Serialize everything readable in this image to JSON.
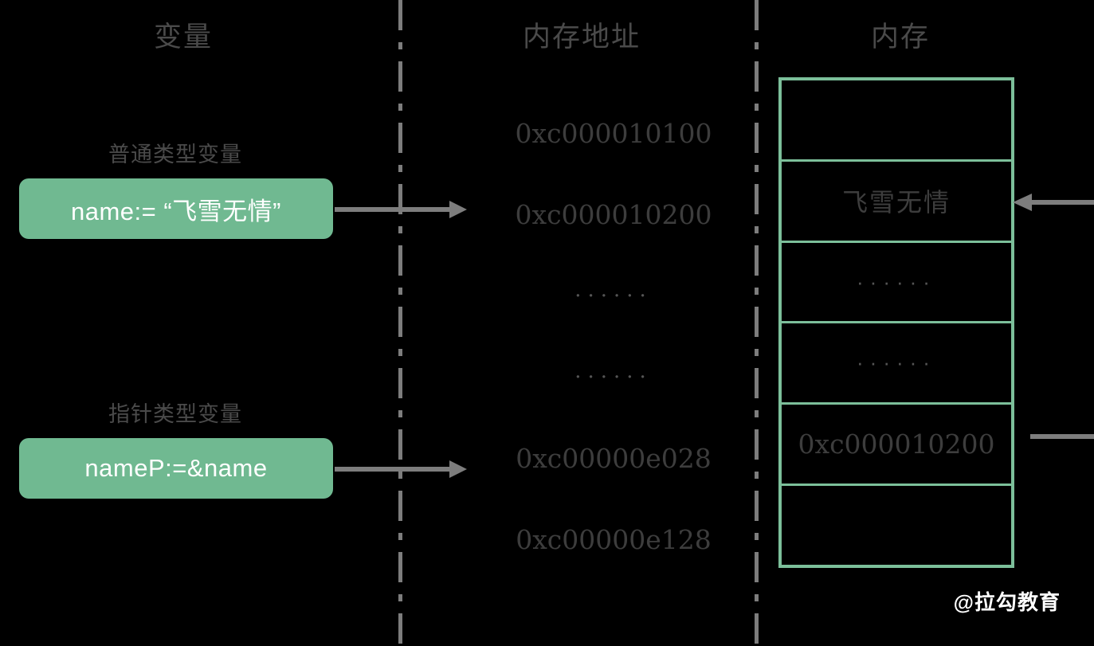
{
  "diagram": {
    "title_columns": [
      {
        "id": "variable",
        "label": "变量"
      },
      {
        "id": "address",
        "label": "内存地址"
      },
      {
        "id": "memory",
        "label": "内存"
      }
    ],
    "colors": {
      "background": "#000000",
      "accent_green_fill": "#70b991",
      "accent_green_border": "#7cbf9a",
      "arrow_gray": "#7d7d7d",
      "text_gray": "#3d3d3d",
      "label_gray": "#4a4a4a",
      "box_text": "#ffffff",
      "watermark": "#ffffff"
    },
    "variables": [
      {
        "id": "plain",
        "group_label": "普通类型变量",
        "declaration": "name:= “飞雪无情”"
      },
      {
        "id": "pointer",
        "group_label": "指针类型变量",
        "declaration": "nameP:=&name"
      }
    ],
    "addresses": [
      {
        "id": "addr-0",
        "value": "0xc000010100",
        "kind": "address"
      },
      {
        "id": "addr-1",
        "value": "0xc000010200",
        "kind": "address"
      },
      {
        "id": "addr-2",
        "value": "······",
        "kind": "ellipsis"
      },
      {
        "id": "addr-3",
        "value": "······",
        "kind": "ellipsis"
      },
      {
        "id": "addr-4",
        "value": "0xc00000e028",
        "kind": "address"
      },
      {
        "id": "addr-5",
        "value": "0xc00000e128",
        "kind": "address"
      }
    ],
    "memory_cells": [
      {
        "id": "cell-0",
        "value": "",
        "kind": "empty"
      },
      {
        "id": "cell-1",
        "value": "飞雪无情",
        "kind": "cjk"
      },
      {
        "id": "cell-2",
        "value": "······",
        "kind": "ellipsis"
      },
      {
        "id": "cell-3",
        "value": "······",
        "kind": "ellipsis"
      },
      {
        "id": "cell-4",
        "value": "0xc000010200",
        "kind": "address"
      },
      {
        "id": "cell-5",
        "value": "",
        "kind": "empty"
      }
    ],
    "watermark": "@拉勾教育"
  }
}
